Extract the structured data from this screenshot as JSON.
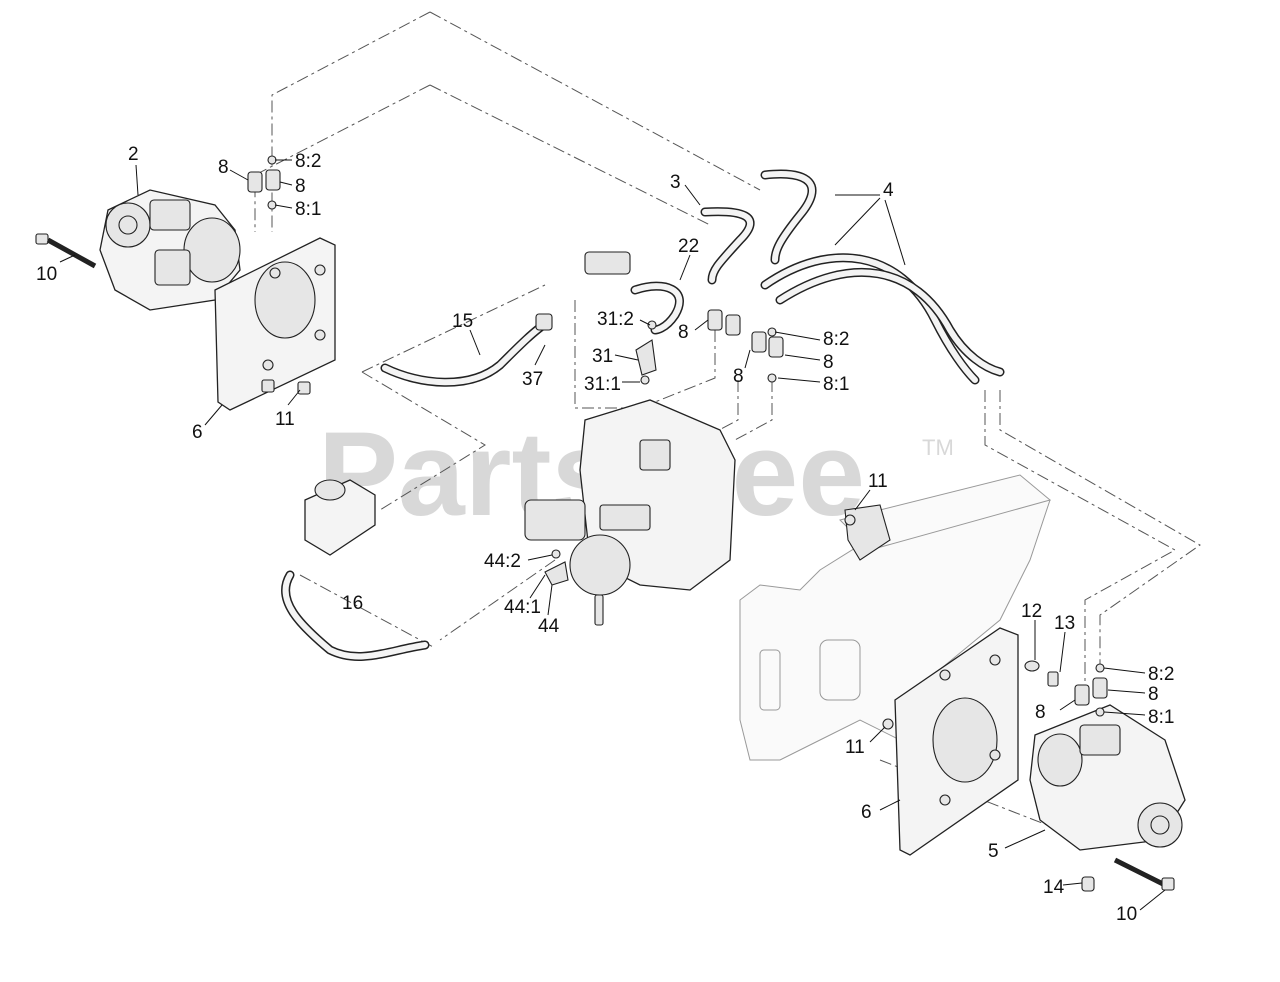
{
  "watermark": {
    "brand": "PartsTree",
    "trademark": "TM"
  },
  "callouts": {
    "c2": "2",
    "c8_left": "8",
    "c8_2_left": "8:2",
    "c8_left_b": "8",
    "c8_1_left": "8:1",
    "c10_left": "10",
    "c6_left": "6",
    "c11_left": "11",
    "c3": "3",
    "c4": "4",
    "c22": "22",
    "c15": "15",
    "c31_2": "31:2",
    "c31": "31",
    "c37": "37",
    "c31_1": "31:1",
    "c8_mid_a": "8",
    "c8_mid_b": "8",
    "c8_2_mid": "8:2",
    "c8_mid_c": "8",
    "c8_1_mid": "8:1",
    "c11_center": "11",
    "c44_2": "44:2",
    "c44_1": "44:1",
    "c44": "44",
    "c16": "16",
    "c12": "12",
    "c13": "13",
    "c8_2_right": "8:2",
    "c8_right_a": "8",
    "c8_right_b": "8",
    "c8_1_right": "8:1",
    "c11_right": "11",
    "c6_right": "6",
    "c5": "5",
    "c14": "14",
    "c10_right": "10"
  }
}
